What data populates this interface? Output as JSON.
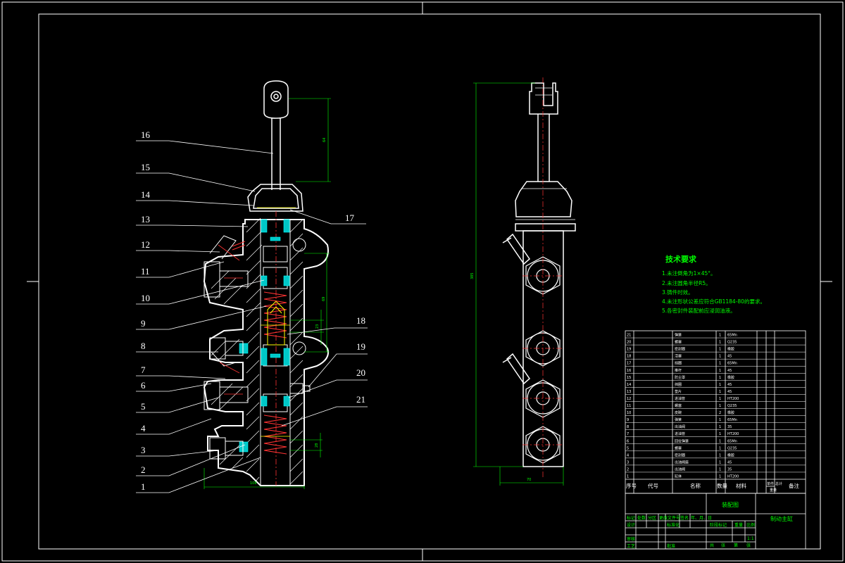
{
  "callouts": {
    "left": [
      "16",
      "15",
      "14",
      "13",
      "12",
      "11",
      "10",
      "9",
      "8",
      "7",
      "6",
      "5",
      "4",
      "3",
      "2",
      "1"
    ],
    "right": [
      "17",
      "18",
      "19",
      "20",
      "21"
    ]
  },
  "technical_requirements": {
    "title": "技术要求",
    "items": [
      "1.未注倒角为1×45°。",
      "2.未注圆角半径R5。",
      "3.铸件时效。",
      "4.未注形状公差应符合GB1184-80的要求。",
      "5.各密封件装配前应浸润油液。"
    ]
  },
  "bom": {
    "header": {
      "seq": "序号",
      "code": "代号",
      "name": "名称",
      "qty": "数量",
      "material": "材料",
      "single": "单件",
      "total": "总计",
      "weight": "重量",
      "remark": "备注"
    },
    "rows": [
      {
        "no": "21",
        "name": "弹簧",
        "qty": "1",
        "mat": "65Mn"
      },
      {
        "no": "20",
        "name": "螺塞",
        "qty": "1",
        "mat": "Q235"
      },
      {
        "no": "19",
        "name": "密封圈",
        "qty": "1",
        "mat": "橡胶"
      },
      {
        "no": "18",
        "name": "活塞",
        "qty": "1",
        "mat": "45"
      },
      {
        "no": "17",
        "name": "挡圈",
        "qty": "1",
        "mat": "65Mn"
      },
      {
        "no": "16",
        "name": "推杆",
        "qty": "1",
        "mat": "45"
      },
      {
        "no": "15",
        "name": "防尘罩",
        "qty": "1",
        "mat": "橡胶"
      },
      {
        "no": "14",
        "name": "挡圈",
        "qty": "1",
        "mat": "45"
      },
      {
        "no": "13",
        "name": "垫片",
        "qty": "1",
        "mat": "45"
      },
      {
        "no": "12",
        "name": "进油管",
        "qty": "1",
        "mat": "HT200"
      },
      {
        "no": "11",
        "name": "螺塞",
        "qty": "1",
        "mat": "Q235"
      },
      {
        "no": "10",
        "name": "皮碗",
        "qty": "2",
        "mat": "橡胶"
      },
      {
        "no": "9",
        "name": "弹簧",
        "qty": "1",
        "mat": "65Mn"
      },
      {
        "no": "8",
        "name": "出油阀",
        "qty": "1",
        "mat": "35"
      },
      {
        "no": "7",
        "name": "进油管",
        "qty": "1",
        "mat": "HT200"
      },
      {
        "no": "6",
        "name": "回位弹簧",
        "qty": "1",
        "mat": "65Mn"
      },
      {
        "no": "5",
        "name": "螺塞",
        "qty": "1",
        "mat": "Q235"
      },
      {
        "no": "4",
        "name": "密封圈",
        "qty": "1",
        "mat": "橡胶"
      },
      {
        "no": "3",
        "name": "出油阀座",
        "qty": "1",
        "mat": "45"
      },
      {
        "no": "2",
        "name": "出油阀",
        "qty": "1",
        "mat": "35"
      },
      {
        "no": "1",
        "name": "缸体",
        "qty": "1",
        "mat": "HT200"
      }
    ]
  },
  "title_block": {
    "drawing_name": "制动主缸",
    "sub_name": "装配图",
    "scale": "1:1",
    "row_labels": [
      "标记",
      "处数",
      "分区",
      "更改文件号",
      "签名",
      "年、月、日"
    ],
    "left_labels": [
      "设计",
      "审核",
      "工艺"
    ],
    "mid_labels": [
      "标准化",
      "批准"
    ],
    "stage_labels": [
      "阶段标记",
      "重量",
      "比例"
    ],
    "sheet_labels": [
      "共",
      "张",
      "第",
      "张"
    ]
  },
  "dimensions": {
    "top_height": "64",
    "mid_height": "69",
    "bottom_width": "108",
    "right_height": "385",
    "right_width": "70",
    "small_a": "23",
    "small_b": "28"
  }
}
